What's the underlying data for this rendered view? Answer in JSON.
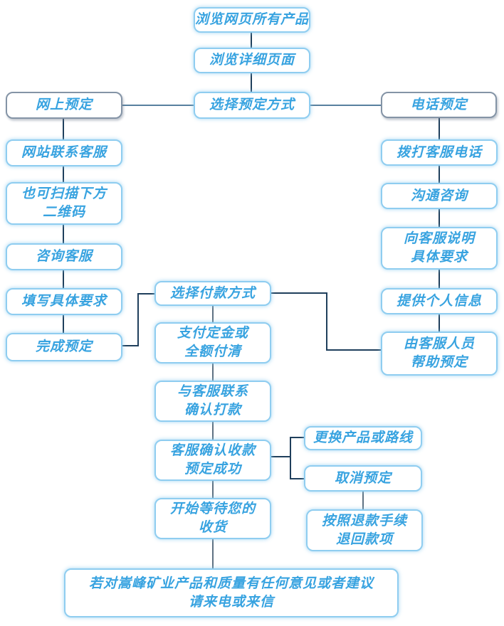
{
  "diagram_title": "booking-process-flowchart",
  "colors": {
    "text": "#38a3e0",
    "border-light": "#8fcdf0",
    "border-dark": "#8494a6",
    "line-navy": "#1f3f5c",
    "line-steel": "#57809f",
    "line-gray": "#5f7283",
    "bg": "#ffffff"
  },
  "nodes": {
    "browse_all": {
      "label": "浏览网页所有产品"
    },
    "browse_detail": {
      "label": "浏览详细页面"
    },
    "online_booking": {
      "label": "网上预定"
    },
    "choose_method": {
      "label": "选择预定方式"
    },
    "phone_booking": {
      "label": "电话预定"
    },
    "website_contact": {
      "label": "网站联系客服"
    },
    "scan_qr": {
      "label": "也可扫描下方\n二维码"
    },
    "consult_service": {
      "label": "咨询客服"
    },
    "fill_requirements": {
      "label": "填写具体要求"
    },
    "complete_booking": {
      "label": "完成预定"
    },
    "dial_phone": {
      "label": "拨打客服电话"
    },
    "communicate": {
      "label": "沟通咨询"
    },
    "explain_requirements": {
      "label": "向客服说明\n具体要求"
    },
    "provide_info": {
      "label": "提供个人信息"
    },
    "staff_help": {
      "label": "由客服人员\n帮助预定"
    },
    "choose_payment": {
      "label": "选择付款方式"
    },
    "pay_deposit": {
      "label": "支付定金或\n全额付清"
    },
    "confirm_transfer": {
      "label": "与客服联系\n确认打款"
    },
    "payment_confirmed": {
      "label": "客服确认收款\n预定成功"
    },
    "wait_goods": {
      "label": "开始等待您的\n收货"
    },
    "change_product": {
      "label": "更换产品或路线"
    },
    "cancel_booking": {
      "label": "取消预定"
    },
    "refund": {
      "label": "按照退款手续\n退回款项"
    },
    "feedback": {
      "label": "若对嵩峰矿业产品和质量有任何意见或者建议\n请来电或来信"
    }
  },
  "edges": [
    "浏览网页所有产品 → 浏览详细页面",
    "浏览详细页面 → 选择预定方式",
    "选择预定方式 — 网上预定",
    "选择预定方式 — 电话预定",
    "网上预定 → 网站联系客服 → 也可扫描下方二维码 → 咨询客服 → 填写具体要求 → 完成预定",
    "电话预定 → 拨打客服电话 → 沟通咨询 → 向客服说明具体要求 → 提供个人信息 → 由客服人员帮助预定",
    "完成预定 — 选择付款方式",
    "由客服人员帮助预定 — 选择付款方式",
    "选择付款方式 → 支付定金或全额付清 → 与客服联系确认打款 → 客服确认收款预定成功 → 开始等待您的收货 → 若对嵩峰矿业产品和质量有任何意见或者建议请来电或来信",
    "客服确认收款预定成功 — 更换产品或路线",
    "客服确认收款预定成功 — 取消预定",
    "取消预定 → 按照退款手续退回款项"
  ]
}
